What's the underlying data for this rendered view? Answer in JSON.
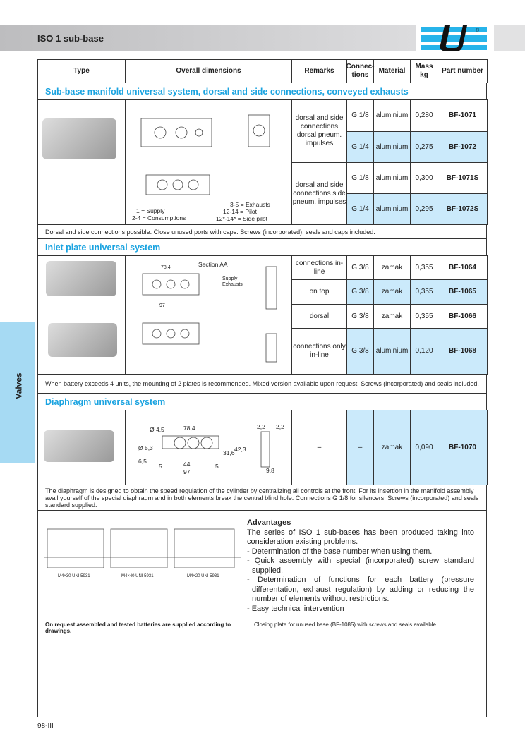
{
  "header": {
    "title": "ISO 1 sub-base",
    "side_tab": "Valves",
    "page_number": "98-III"
  },
  "colors": {
    "accent": "#1aa3e0",
    "highlight": "#cbeafb",
    "tab": "#a6daf3"
  },
  "columns": [
    "Type",
    "Overall dimensions",
    "Remarks",
    "Connec-tions",
    "Material",
    "Mass kg",
    "Part number"
  ],
  "sections": [
    {
      "title": "Sub-base manifold universal system, dorsal and side connections, conveyed exhausts",
      "remarks": [
        "dorsal and side connections dorsal pneum. impulses",
        "dorsal and side connections side pneum. impulses"
      ],
      "rows": [
        {
          "connections": "G 1/8",
          "material": "aluminium",
          "mass": "0,280",
          "part": "BF-1071",
          "highlight": false
        },
        {
          "connections": "G 1/4",
          "material": "aluminium",
          "mass": "0,275",
          "part": "BF-1072",
          "highlight": true
        },
        {
          "connections": "G 1/8",
          "material": "aluminium",
          "mass": "0,300",
          "part": "BF-1071S",
          "highlight": false
        },
        {
          "connections": "G 1/4",
          "material": "aluminium",
          "mass": "0,295",
          "part": "BF-1072S",
          "highlight": true
        }
      ],
      "legend": [
        "1 = Supply",
        "2-4 = Consumptions",
        "3-5 = Exhausts",
        "12-14 = Pilot",
        "12*-14* = Side pilot"
      ],
      "note": "Dorsal and side connections possible. Close unused ports with caps. Screws (incorporated), seals and caps included."
    },
    {
      "title": "Inlet plate universal system",
      "rows": [
        {
          "remark": "connections in-line",
          "connections": "G 3/8",
          "material": "zamak",
          "mass": "0,355",
          "part": "BF-1064",
          "highlight": false
        },
        {
          "remark": "on top",
          "connections": "G 3/8",
          "material": "zamak",
          "mass": "0,355",
          "part": "BF-1065",
          "highlight": true
        },
        {
          "remark": "dorsal",
          "connections": "G 3/8",
          "material": "zamak",
          "mass": "0,355",
          "part": "BF-1066",
          "highlight": false
        },
        {
          "remark": "connections only in-line",
          "connections": "G 3/8",
          "material": "aluminium",
          "mass": "0,120",
          "part": "BF-1068",
          "highlight": true
        }
      ],
      "drawing_labels": [
        "Section AA",
        "Supply",
        "Exhausts",
        "78.4",
        "97"
      ],
      "note": "When battery exceeds 4 units, the mounting of  2 plates is recommended. Mixed version available upon request. Screws (incorporated) and seals included."
    },
    {
      "title": "Diaphragm universal system",
      "rows": [
        {
          "remark": "–",
          "connections": "–",
          "material": "zamak",
          "mass": "0,090",
          "part": "BF-1070",
          "highlight": true
        }
      ],
      "drawing_labels": [
        "Ø 4,5",
        "78,4",
        "Ø 5,3",
        "31,6",
        "42,3",
        "6,5",
        "5",
        "44",
        "97",
        "5",
        "2,2",
        "2,2",
        "9,8"
      ],
      "note": "The diaphragm is designed to obtain the speed regulation of the cylinder by centralizing all controls at the front. For its insertion in the manifold assembly avail yourself of the special diaphragm and in both elements break the central blind hole. Connections G 1/8 for silencers. Screws (incorporated) and seals standard supplied."
    }
  ],
  "assembly_labels": [
    "M4×30  UNI  5931",
    "M4×40  UNI  5931",
    "M4×20 UNI 5931"
  ],
  "advantages": {
    "title": "Advantages",
    "intro": "The series of ISO 1 sub-bases has been produced taking into consideration existing problems.",
    "items": [
      "- Determination of the base number when using them.",
      "- Quick assembly with special (incorporated) screw standard supplied.",
      "- Determination of functions for each battery (pressure differentation, exhaust regulation) by adding or reducing the number of elements without restrictions.",
      "- Easy technical intervention"
    ]
  },
  "footer": {
    "request": "On request assembled and tested batteries are supplied according to drawings.",
    "closing": "Closing plate for unused base (BF-1085) with screws and seals available"
  }
}
